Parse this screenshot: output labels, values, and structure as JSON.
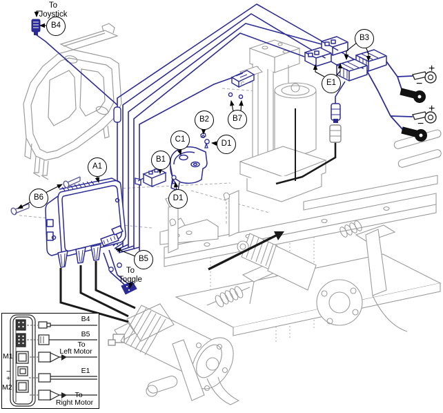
{
  "callouts": {
    "a1": "A1",
    "b1": "B1",
    "b2": "B2",
    "b3": "B3",
    "b4": "B4",
    "b5": "B5",
    "b6": "B6",
    "b7": "B7",
    "c1": "C1",
    "d1": "D1",
    "e1": "E1"
  },
  "annotations": {
    "to_joystick_line1": "To",
    "to_joystick_line2": "Joystick",
    "to_toggle_line1": "To",
    "to_toggle_line2": "Toggle"
  },
  "battery": {
    "plus": "+",
    "minus": "−"
  },
  "legend": {
    "b4": "B4",
    "b5": "B5",
    "e1": "E1",
    "to": "To",
    "left_motor": "Left Motor",
    "right_motor": "Right Motor",
    "m1": "M1",
    "minus": "−",
    "plus": "+",
    "m2": "M2"
  },
  "colors": {
    "harness_blue": "#2b2b96",
    "line_gray": "#9b9b9b",
    "cable_black": "#1a1a1a"
  }
}
